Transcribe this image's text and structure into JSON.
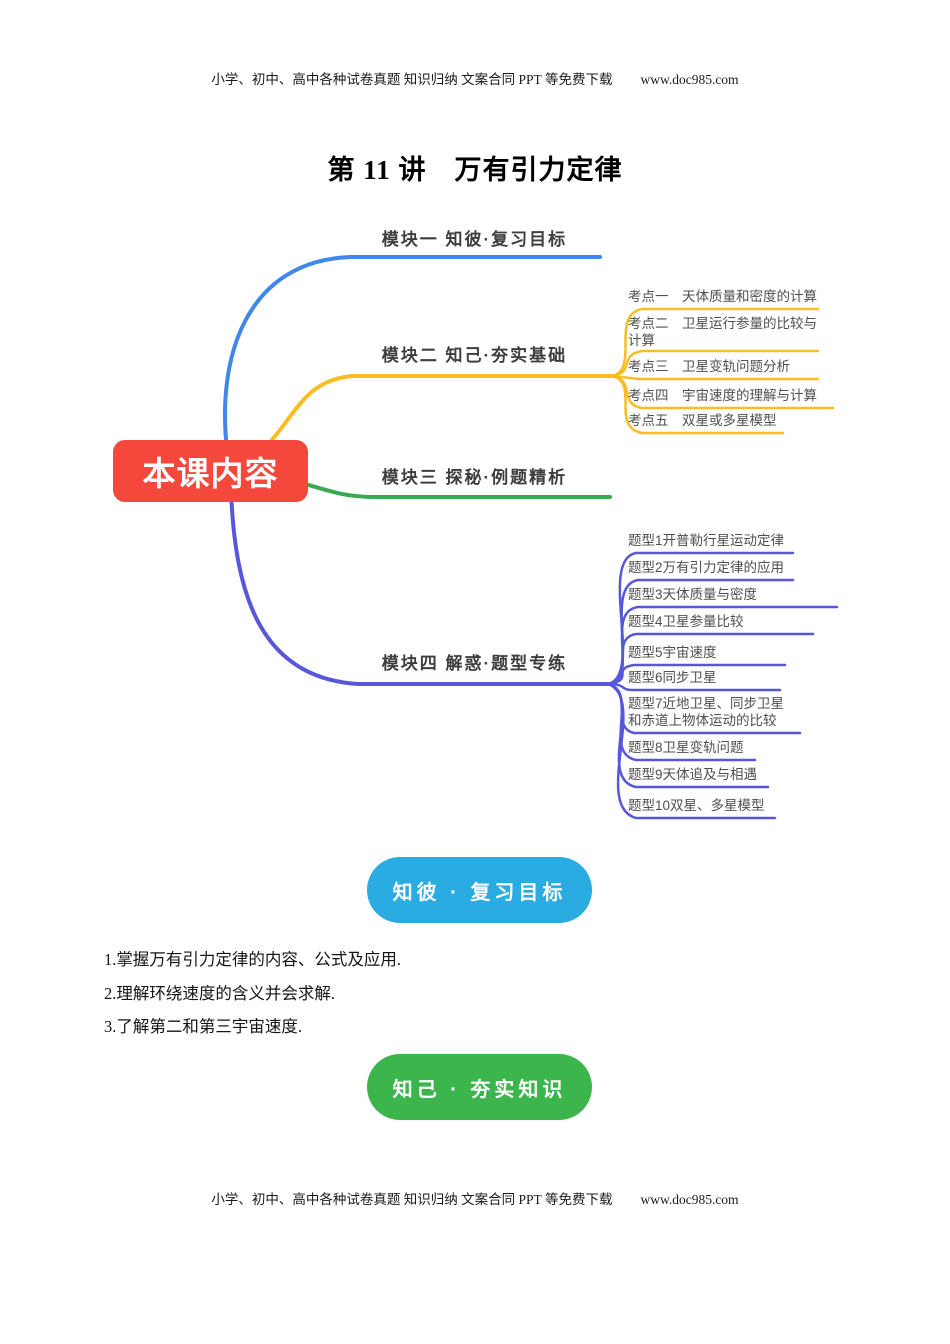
{
  "header": {
    "text": "小学、初中、高中各种试卷真题 知识归纳 文案合同 PPT 等免费下载",
    "url": "www.doc985.com"
  },
  "footer": {
    "text": "小学、初中、高中各种试卷真题 知识归纳 文案合同 PPT 等免费下载",
    "url": "www.doc985.com"
  },
  "title": "第 11 讲　万有引力定律",
  "mindmap": {
    "root_label": "本课内容",
    "colors": {
      "root_bg": "#F4483C",
      "branch1": "#3F87E9",
      "branch2": "#FBBD23",
      "branch3": "#3AAA50",
      "branch4": "#5857DA"
    },
    "branches": [
      {
        "label": "模块一 知彼·复习目标",
        "children": []
      },
      {
        "label": "模块二 知己·夯实基础",
        "children": [
          "考点一　天体质量和密度的计算",
          "考点二　卫星运行参量的比较与\n计算",
          "考点三　卫星变轨问题分析",
          "考点四　宇宙速度的理解与计算",
          "考点五　双星或多星模型"
        ]
      },
      {
        "label": "模块三 探秘·例题精析",
        "children": []
      },
      {
        "label": "模块四 解惑·题型专练",
        "children": [
          "题型1开普勒行星运动定律",
          "题型2万有引力定律的应用",
          "题型3天体质量与密度",
          "题型4卫星参量比较",
          "题型5宇宙速度",
          "题型6同步卫星",
          "题型7近地卫星、同步卫星\n和赤道上物体运动的比较",
          "题型8卫星变轨问题",
          "题型9天体追及与相遇",
          "题型10双星、多星模型"
        ]
      }
    ]
  },
  "section1": {
    "badge_label": "知彼 · 复习目标",
    "badge_color": "#2AACE3",
    "items": [
      "1.掌握万有引力定律的内容、公式及应用.",
      "2.理解环绕速度的含义并会求解.",
      "3.了解第二和第三宇宙速度."
    ]
  },
  "section2": {
    "badge_label": "知己 · 夯实知识",
    "badge_color": "#3CB54D"
  }
}
